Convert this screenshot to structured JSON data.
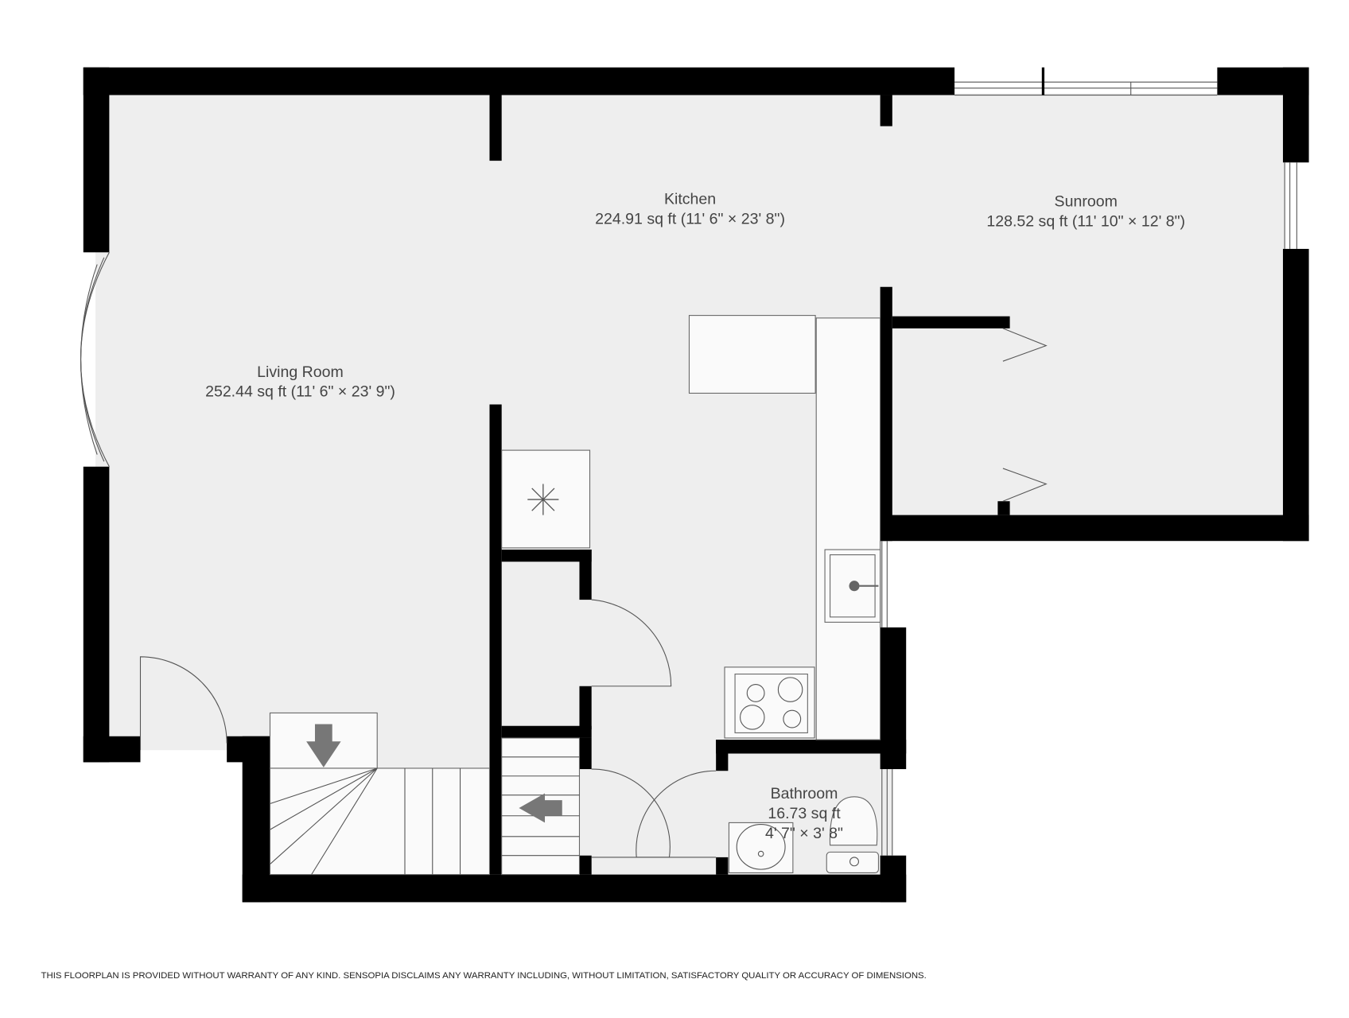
{
  "rooms": [
    {
      "name": "Living Room",
      "area": "252.44 sq ft (11' 6\" × 23' 9\")"
    },
    {
      "name": "Kitchen",
      "area": "224.91 sq ft (11' 6\" × 23' 8\")"
    },
    {
      "name": "Sunroom",
      "area": "128.52 sq ft (11' 10\" × 12' 8\")"
    },
    {
      "name": "Bathroom",
      "area": "16.73 sq ft",
      "dimensions": "4' 7\" × 3' 8\""
    }
  ],
  "disclaimer": "THIS FLOORPLAN IS PROVIDED WITHOUT WARRANTY OF ANY KIND. SENSOPIA DISCLAIMS ANY WARRANTY INCLUDING, WITHOUT LIMITATION, SATISFACTORY QUALITY OR ACCURACY OF DIMENSIONS.",
  "icons": [
    "freezer-snowflake-icon",
    "stairs-down-arrow-icon",
    "sink-icon",
    "hob-icon",
    "toilet-icon",
    "basin-icon"
  ],
  "colors": {
    "wall": "#000000",
    "floor": "#eeeeee",
    "text": "#444444"
  }
}
